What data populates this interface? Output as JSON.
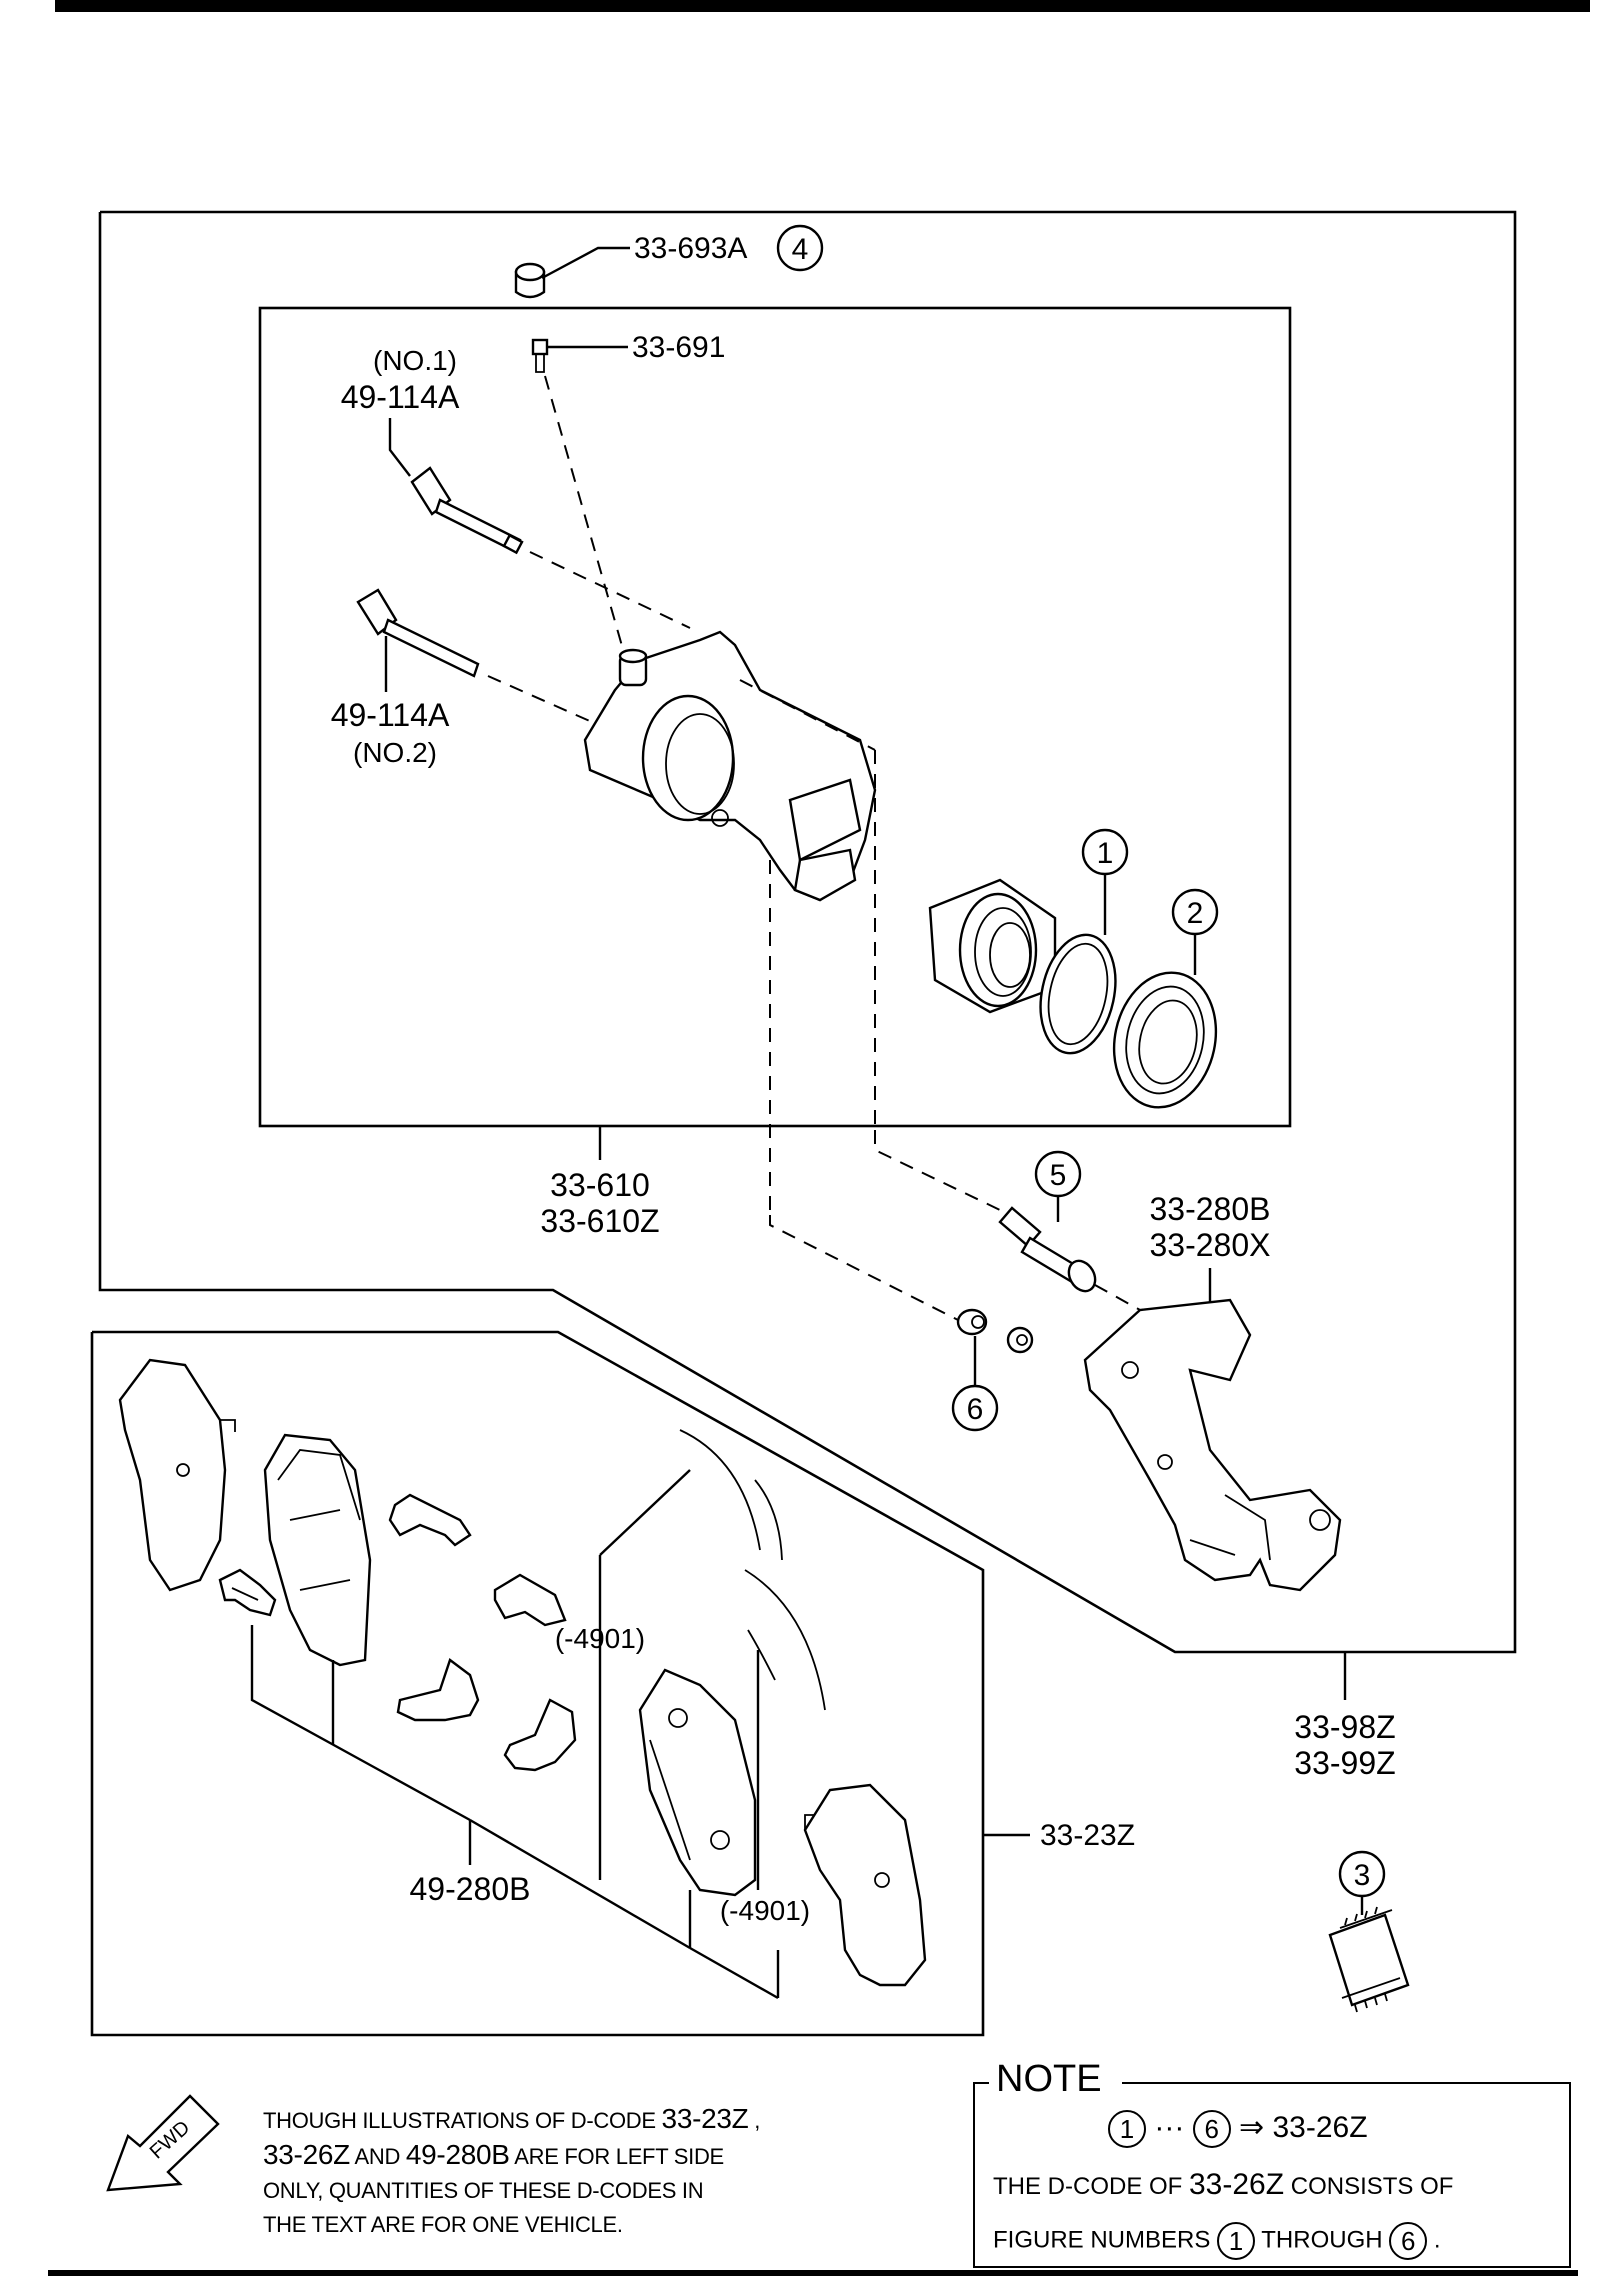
{
  "labels": {
    "p33_693a": "33-693A",
    "p33_693a_num": "4",
    "p33_691": "33-691",
    "no1": "(NO.1)",
    "p49_114a_1": "49-114A",
    "p49_114a_2": "49-114A",
    "no2": "(NO.2)",
    "num1": "1",
    "num2": "2",
    "p33_610": "33-610",
    "p33_610z": "33-610Z",
    "num5": "5",
    "p33_280b": "33-280B",
    "p33_280x": "33-280X",
    "num6": "6",
    "p4901_a": "(-4901)",
    "p4901_b": "(-4901)",
    "p33_98z": "33-98Z",
    "p33_99z": "33-99Z",
    "p33_23z": "33-23Z",
    "p49_280b": "49-280B",
    "num3": "3"
  },
  "footnote": {
    "line1_a": "THOUGH ILLUSTRATIONS OF D-CODE ",
    "line1_b": "33-23Z",
    "line1_c": " ,",
    "line2_a": "33-26Z",
    "line2_b": "  AND ",
    "line2_c": "49-280B",
    "line2_d": " ARE FOR LEFT SIDE",
    "line3": "ONLY, QUANTITIES OF THESE D-CODES IN",
    "line4": "THE TEXT ARE FOR ONE VEHICLE.",
    "fwd": "FWD"
  },
  "note": {
    "title": "NOTE",
    "c1": "1",
    "dots": "···",
    "c6": "6",
    "arrow": "⇒",
    "code": "33-26Z",
    "line2_a": "THE D-CODE OF  ",
    "line2_b": "33-26Z",
    "line2_c": "  CONSISTS OF",
    "line3_a": "FIGURE NUMBERS ",
    "line3_c1": "1",
    "line3_b": " THROUGH ",
    "line3_c6": "6",
    "line3_d": " ."
  }
}
